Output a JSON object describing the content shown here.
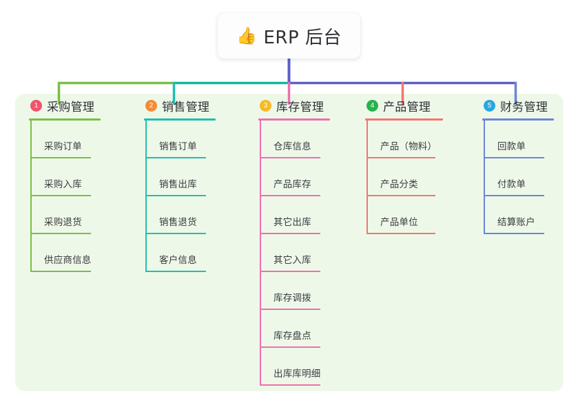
{
  "diagram": {
    "type": "tree-mindmap",
    "background_color": "#ffffff",
    "panel_color": "#eef8e9",
    "root": {
      "emoji": "👍",
      "emoji_name": "thumbs-up-emoji",
      "title": "ERP 后台",
      "card_color": "#fdfdfd",
      "stem_color": "#5b5fc7"
    },
    "trunk": {
      "segments": [
        {
          "name": "trunk-segment-green",
          "color": "#78bf45"
        },
        {
          "name": "trunk-segment-teal",
          "color": "#10b9a0"
        },
        {
          "name": "trunk-segment-blue",
          "color": "#5b5fc7"
        }
      ]
    },
    "branches": [
      {
        "index": "1",
        "title": "采购管理",
        "badge_color": "#f2536d",
        "accent_color": "#78bf45",
        "items": [
          {
            "label": "采购订单"
          },
          {
            "label": "采购入库"
          },
          {
            "label": "采购退货"
          },
          {
            "label": "供应商信息"
          }
        ]
      },
      {
        "index": "2",
        "title": "销售管理",
        "badge_color": "#f68b36",
        "accent_color": "#1fbfae",
        "items": [
          {
            "label": "销售订单"
          },
          {
            "label": "销售出库"
          },
          {
            "label": "销售退货"
          },
          {
            "label": "客户信息"
          }
        ]
      },
      {
        "index": "3",
        "title": "库存管理",
        "badge_color": "#f7b924",
        "accent_color": "#ee6fb0",
        "items": [
          {
            "label": "仓库信息"
          },
          {
            "label": "产品库存"
          },
          {
            "label": "其它出库"
          },
          {
            "label": "其它入库"
          },
          {
            "label": "库存调拨"
          },
          {
            "label": "库存盘点"
          },
          {
            "label": "出库库明细"
          }
        ]
      },
      {
        "index": "4",
        "title": "产品管理",
        "badge_color": "#27b24b",
        "accent_color": "#f4756e",
        "items": [
          {
            "label": "产品（物料）"
          },
          {
            "label": "产品分类"
          },
          {
            "label": "产品单位"
          }
        ]
      },
      {
        "index": "5",
        "title": "财务管理",
        "badge_color": "#29a7e1",
        "accent_color": "#6b85d6",
        "items": [
          {
            "label": "回款单"
          },
          {
            "label": "付款单"
          },
          {
            "label": "结算账户"
          }
        ]
      }
    ]
  }
}
